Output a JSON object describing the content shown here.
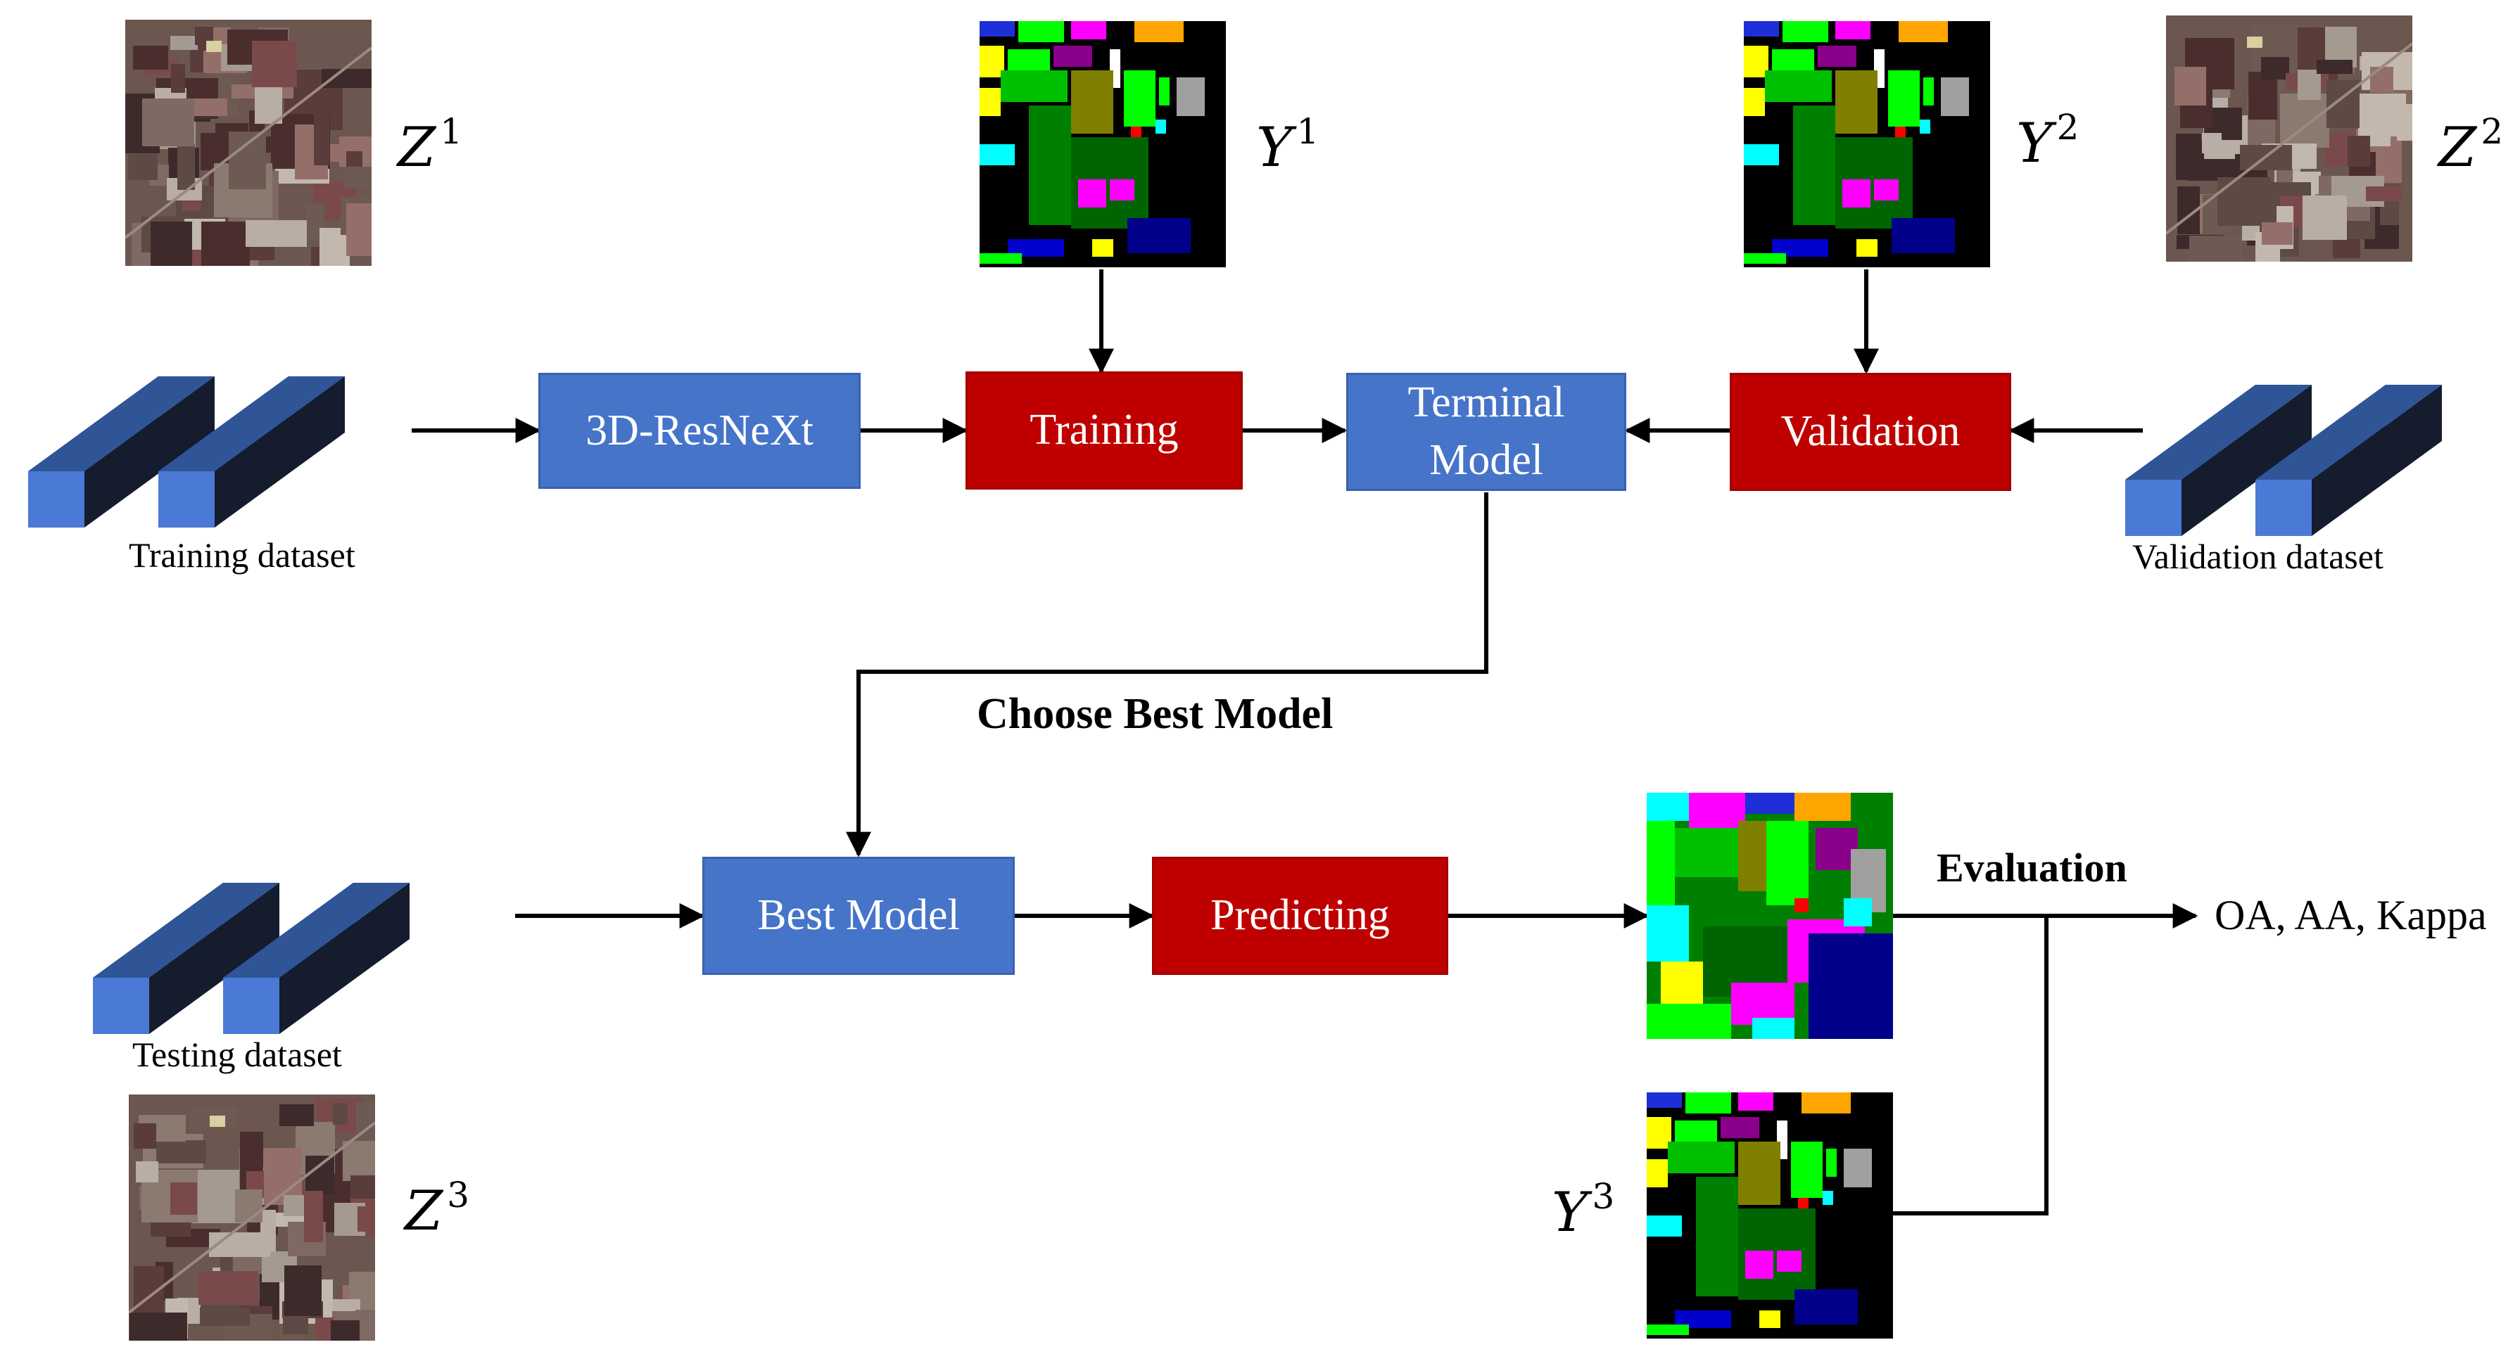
{
  "colors": {
    "model_box": "#4674c9",
    "process_box": "#bf0000",
    "cuboid_front": "#4a79d6",
    "cuboid_top": "#2f5597",
    "cuboid_side": "#141c2e",
    "arrow": "#000000"
  },
  "nodes": {
    "resnext": "3D-ResNeXt",
    "training": "Training",
    "terminal": "Terminal\nModel",
    "validation": "Validation",
    "best": "Best Model",
    "predicting": "Predicting"
  },
  "datasets": {
    "train": "Training dataset",
    "val": "Validation dataset",
    "test": "Testing dataset"
  },
  "symbols": {
    "z1": {
      "base": "Z",
      "sup": "1"
    },
    "z2": {
      "base": "Z",
      "sup": "2"
    },
    "z3": {
      "base": "Z",
      "sup": "3"
    },
    "y1": {
      "base": "Y",
      "sup": "1"
    },
    "y2": {
      "base": "Y",
      "sup": "2"
    },
    "y3": {
      "base": "Y",
      "sup": "3"
    }
  },
  "annotations": {
    "choose": "Choose Best Model",
    "evaluation": "Evaluation",
    "metrics": "OA, AA, Kappa"
  },
  "image_icons": {
    "satellite": "false-color-satellite-image",
    "ground_truth": "ground-truth-label-map",
    "prediction": "predicted-classification-map"
  }
}
